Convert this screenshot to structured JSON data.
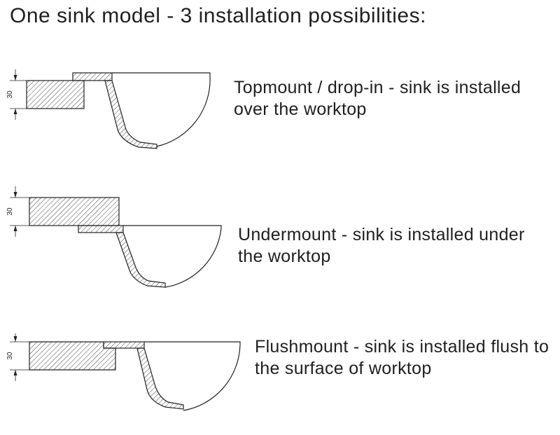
{
  "title": "One sink model - 3 installation possibilities:",
  "rows": [
    {
      "name": "topmount",
      "dimension": "30",
      "label": "Topmount / drop-in - sink is installed over the worktop"
    },
    {
      "name": "undermount",
      "dimension": "30",
      "label": "Undermount - sink is installed under the worktop"
    },
    {
      "name": "flushmount",
      "dimension": "30",
      "label": "Flushmount - sink is installed flush to the surface of worktop"
    }
  ],
  "colors": {
    "line": "#222222",
    "text": "#1f1f1f",
    "background": "#ffffff"
  }
}
